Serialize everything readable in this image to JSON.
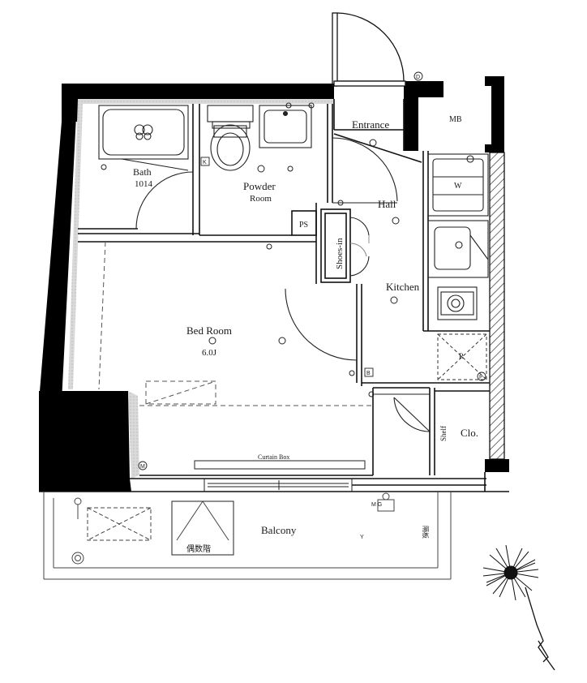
{
  "rooms": {
    "entrance": "Entrance",
    "mb": "MB",
    "bath": "Bath",
    "bath_size": "1014",
    "powder_line1": "Powder",
    "powder_line2": "Room",
    "hall": "Hall",
    "ps": "PS",
    "shoes_in": "Shoes-in",
    "washer": "W",
    "kitchen": "Kitchen",
    "bedroom": "Bed Room",
    "bedroom_size": "6.0J",
    "refrigerator": "R",
    "shelf": "Shelf",
    "closet": "Clo.",
    "curtain_box": "Curtain Box",
    "balcony": "Balcony",
    "balcony_mark": "偶数階",
    "partition_mark": "隔板"
  },
  "symbols": {
    "bath_k": "K",
    "hall_b": "B",
    "entry_d": "D",
    "bedroom_m": "M",
    "kitchen_p": "P",
    "balcony_mg": "M G",
    "balcony_y": "Y"
  },
  "colors": {
    "wall": "#000000",
    "line": "#222222",
    "faint": "#888888",
    "hatch_fill": "#d8d8d8",
    "background": "#ffffff"
  },
  "icons": [
    "compass-icon",
    "door-swing-icon",
    "light-fixture-icon",
    "sink-icon",
    "stove-icon",
    "toilet-icon",
    "bathtub-icon"
  ]
}
